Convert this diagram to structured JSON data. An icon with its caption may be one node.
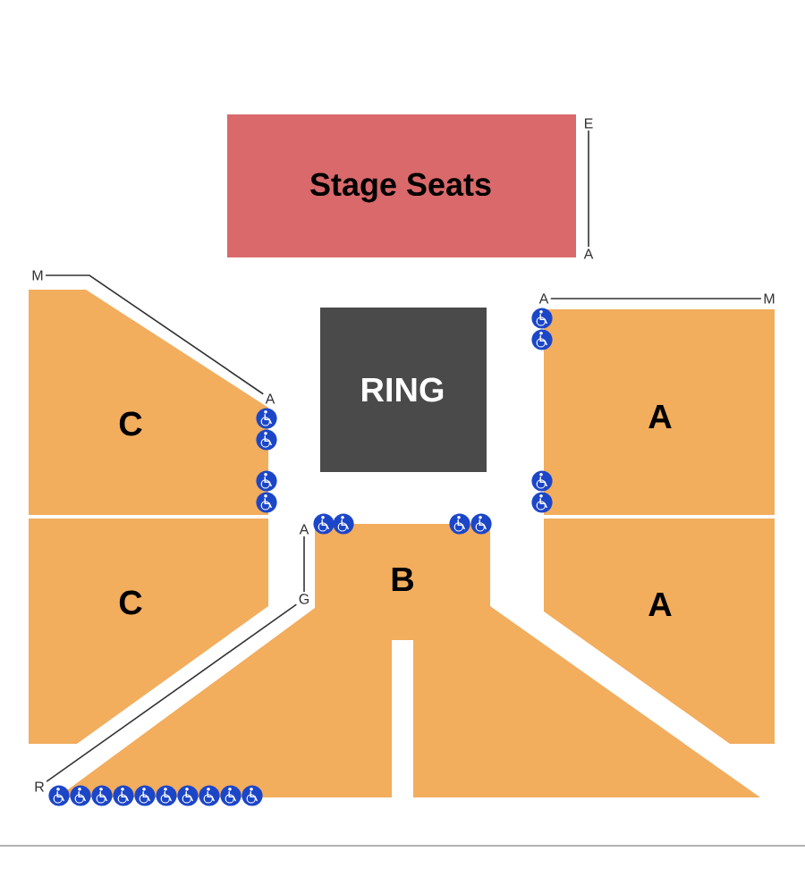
{
  "diagram": {
    "nodes": [
      {
        "text": [
          "E"
        ]
      },
      {
        "text": [
          "Stage Seats"
        ]
      },
      {
        "text": [
          "A"
        ]
      },
      {
        "text": [
          "M"
        ]
      },
      {
        "text": [
          "A"
        ]
      },
      {
        "text": [
          "M"
        ]
      },
      {
        "text": [
          "RING"
        ]
      },
      {
        "text": [
          "A"
        ]
      },
      {
        "text": [
          "C"
        ]
      },
      {
        "text": [
          "A"
        ]
      },
      {
        "text": [
          "A"
        ]
      },
      {
        "text": [
          "B"
        ]
      },
      {
        "text": [
          "C"
        ]
      },
      {
        "text": [
          "A"
        ]
      },
      {
        "text": [
          "G"
        ]
      },
      {
        "text": [
          "R"
        ]
      }
    ],
    "edges": [
      {
        "from": 0,
        "to": 2,
        "arrow": "none"
      },
      {
        "from": 3,
        "to": 7,
        "arrow": "none"
      },
      {
        "from": 4,
        "to": 5,
        "arrow": "none"
      },
      {
        "from": 10,
        "to": 14,
        "arrow": "none"
      },
      {
        "from": 14,
        "to": 15,
        "arrow": "none"
      }
    ]
  }
}
